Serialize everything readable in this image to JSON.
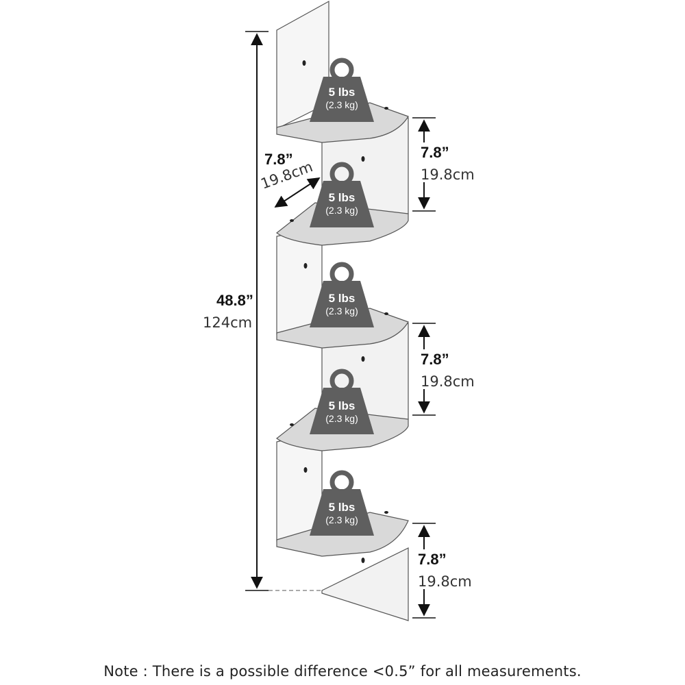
{
  "overall_height": {
    "in": "48.8”",
    "cm": "124cm"
  },
  "shelf_depth": {
    "in": "7.8”",
    "cm": "19.8cm"
  },
  "spacing_top": {
    "in": "7.8”",
    "cm": "19.8cm"
  },
  "spacing_middle": {
    "in": "7.8”",
    "cm": "19.8cm"
  },
  "spacing_bottom": {
    "in": "7.8”",
    "cm": "19.8cm"
  },
  "weights": [
    {
      "lbs": "5 lbs",
      "kg": "(2.3 kg)"
    },
    {
      "lbs": "5 lbs",
      "kg": "(2.3 kg)"
    },
    {
      "lbs": "5 lbs",
      "kg": "(2.3 kg)"
    },
    {
      "lbs": "5 lbs",
      "kg": "(2.3 kg)"
    },
    {
      "lbs": "5 lbs",
      "kg": "(2.3 kg)"
    }
  ],
  "note": "Note : There is a possible difference <0.5” for all measurements.",
  "colors": {
    "panel": "#f4f4f4",
    "shelf": "#d9d9d9",
    "outline": "#555555",
    "weight": "#5f5f5f"
  }
}
